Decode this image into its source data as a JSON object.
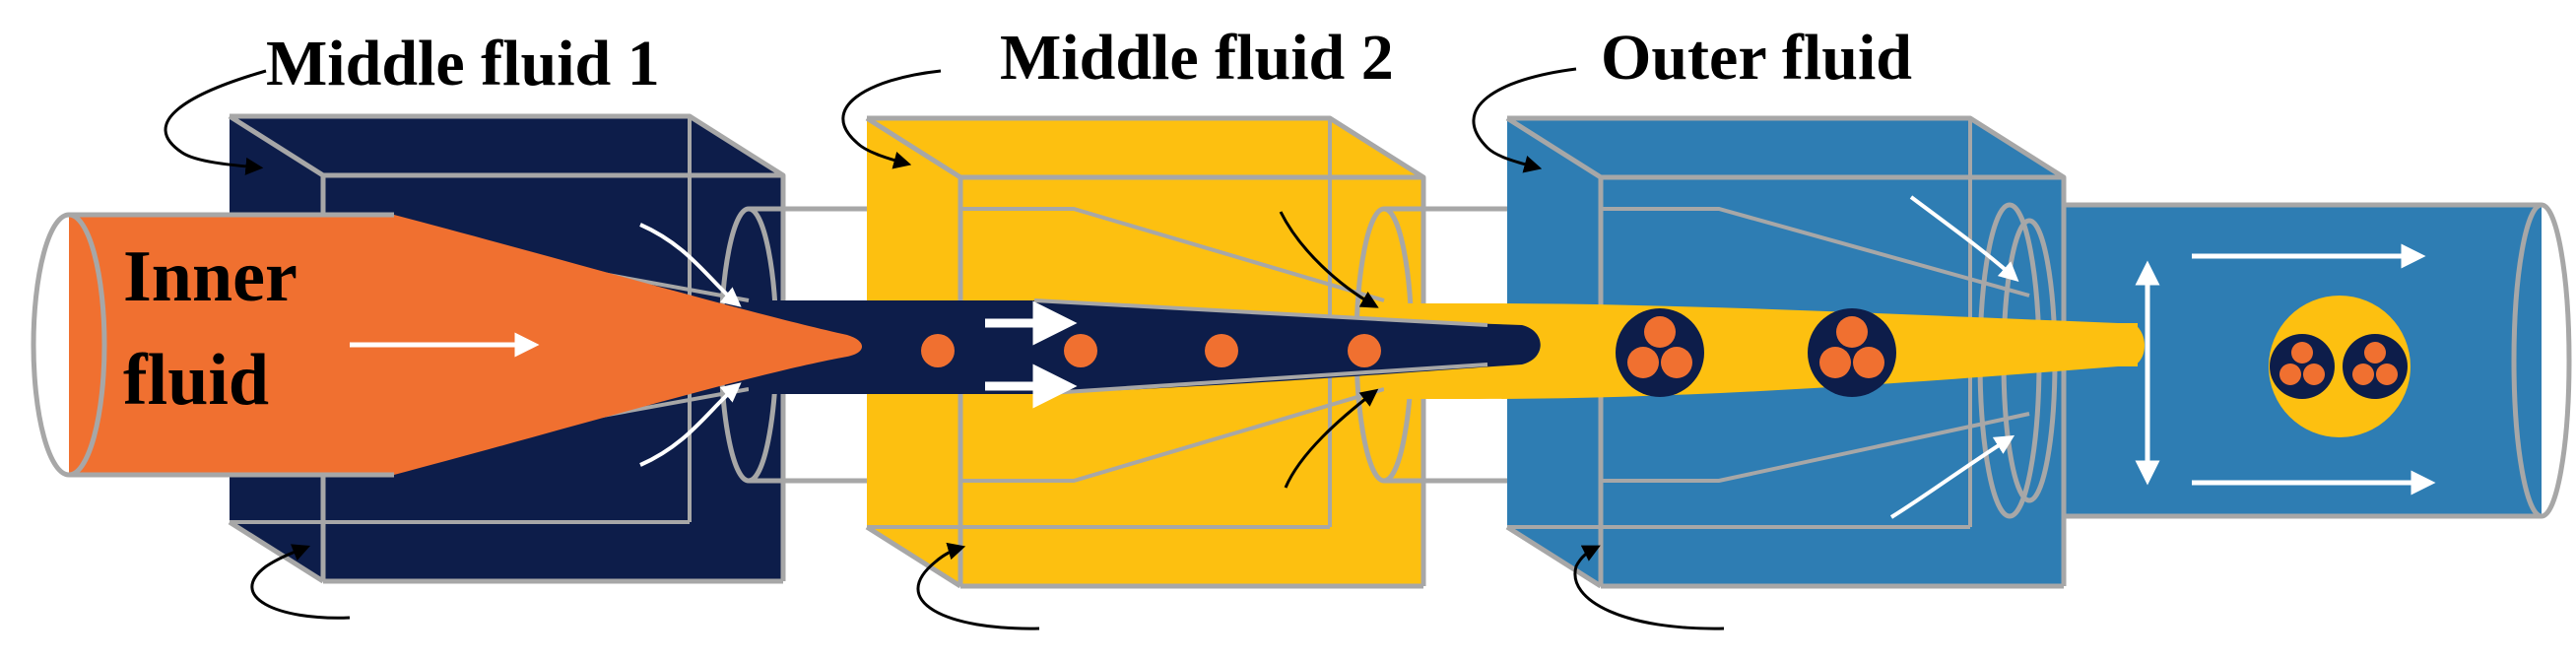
{
  "labels": {
    "middle_fluid_1": "Middle fluid 1",
    "middle_fluid_2": "Middle fluid 2",
    "outer_fluid": "Outer fluid",
    "inner_fluid_line1": "Inner",
    "inner_fluid_line2": "fluid"
  },
  "colors": {
    "inner_fluid": "#f07030",
    "middle_fluid_1": "#0d1d4a",
    "middle_fluid_2": "#fdc010",
    "outer_fluid": "#2e7db3",
    "capillary_outline": "#a7a7a7",
    "arrow": "#ffffff"
  }
}
